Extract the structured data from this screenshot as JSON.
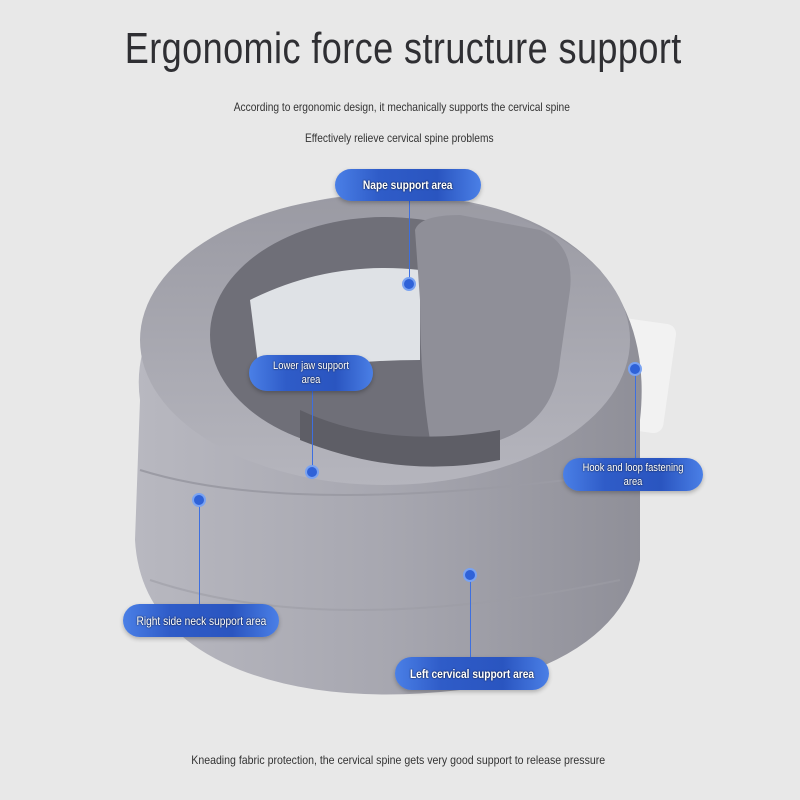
{
  "title": "Ergonomic force structure support",
  "subtitle_1": "According to ergonomic design, it mechanically supports the cervical spine",
  "subtitle_2": "Effectively relieve cervical spine problems",
  "labels": {
    "nape": "Nape support area",
    "lower_jaw": "Lower jaw support area",
    "hook_loop": "Hook and loop fastening area",
    "right_neck": "Right side neck support area",
    "left_cervical": "Left cervical support area"
  },
  "footer": "Kneading fabric protection, the cervical spine gets very good support to release pressure",
  "colors": {
    "label_blue": "#2f5cc8",
    "collar_gray": "#a9a9b1",
    "background": "#e8e8e8"
  }
}
